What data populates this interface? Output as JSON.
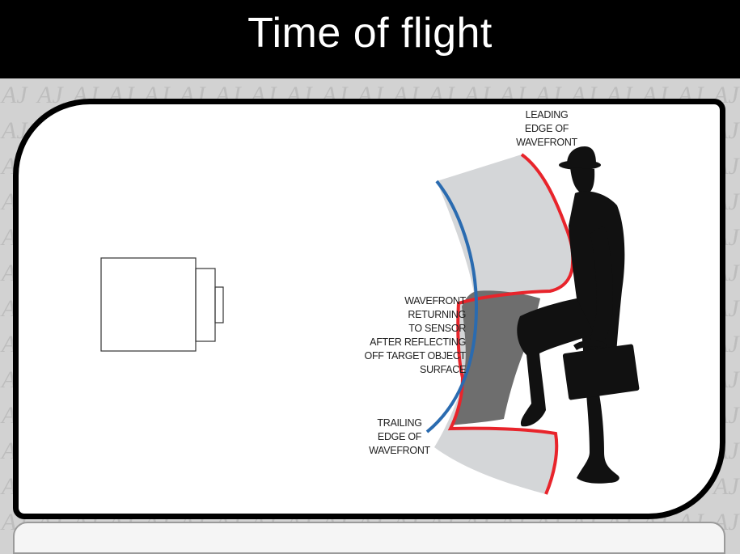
{
  "title": "Time of flight",
  "background_watermark": "AJAJAJAJ",
  "labels": {
    "leading_edge": "LEADING\nEDGE OF\nWAVEFRONT",
    "returning_wavefront": "WAVEFRONT\nRETURNING\nTO SENSOR\nAFTER REFLECTING\nOFF TARGET OBJECT\nSURFACE",
    "trailing_edge": "TRAILING\nEDGE OF\nWAVEFRONT"
  },
  "colors": {
    "header_bg": "#000000",
    "title_text": "#ffffff",
    "outgoing_edge": "#e8242b",
    "returning_edge": "#2a6bb0",
    "wavefront_fill": "#d4d6d8",
    "reflected_fill": "#6e6e6e",
    "panel_border": "#000000"
  },
  "icons": [
    "sensor-camera-icon",
    "walking-man-figure"
  ]
}
